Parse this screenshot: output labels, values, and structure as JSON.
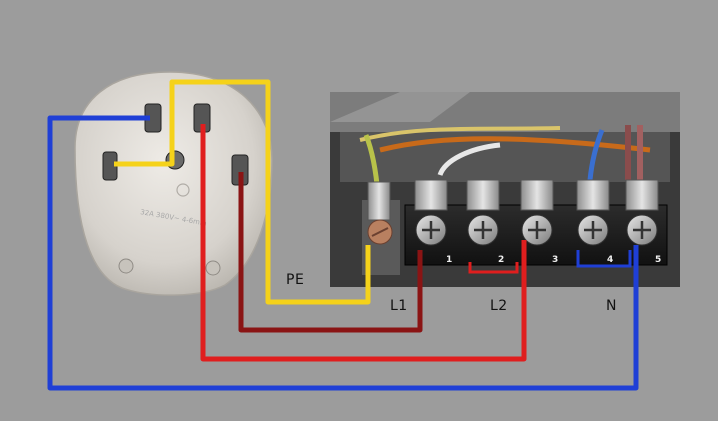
{
  "wire_labels": {
    "pe": "PE",
    "l1": "L1",
    "l2": "L2",
    "n": "N"
  },
  "terminal_numbers": [
    "1",
    "2",
    "3",
    "4",
    "5"
  ],
  "plug_marking": "32A 380V~ 4-6mm",
  "colors": {
    "background": "#9c9c9c",
    "pe_wire": "#f5d21a",
    "l1_wire": "#8a1414",
    "l2_wire": "#e01e1e",
    "n_wire": "#1f3fd6",
    "plug_body": "#d9d6d0"
  }
}
